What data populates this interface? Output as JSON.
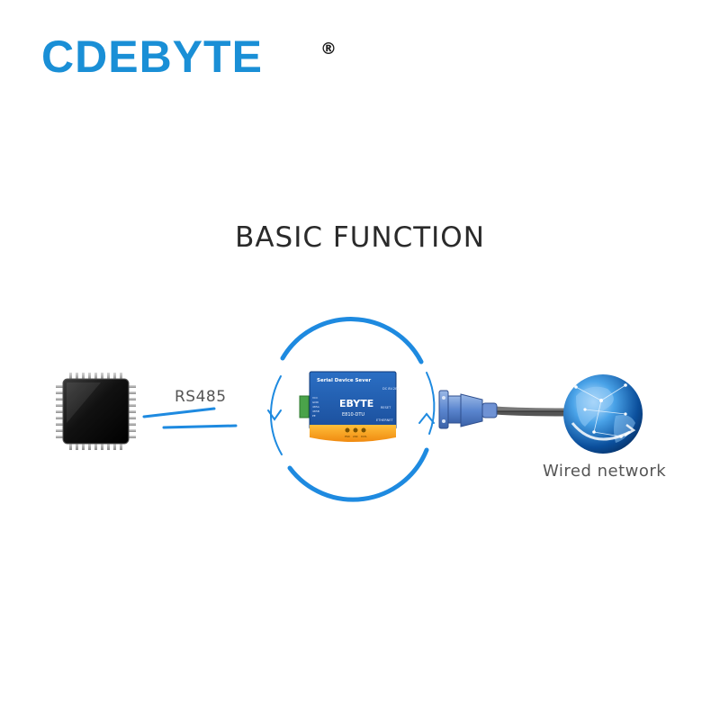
{
  "brand": {
    "name": "CDEBYTE",
    "registered_mark": "®",
    "color": "#1a8fd6"
  },
  "title": "BASIC FUNCTION",
  "chip": {
    "icon": "microchip-icon"
  },
  "link_left": {
    "label": "RS485",
    "color": "#1e8ae0"
  },
  "device": {
    "icon": "serial-device-server-icon",
    "title": "Serial Device Sever",
    "brand": "EBYTE",
    "model": "E810-DTU",
    "port_label": "DC 8V-28V",
    "reset_label": "RESET",
    "ethernet_label": "ETHERNET",
    "pin_labels": [
      "VCC",
      "GND",
      "485A",
      "485B",
      "PE"
    ],
    "led_labels": [
      "PWR",
      "LINK",
      "DATA"
    ]
  },
  "cycle": {
    "icon": "cycle-arrows-icon",
    "color": "#1e8ae0"
  },
  "connector": {
    "icon": "db9-connector-icon"
  },
  "globe": {
    "icon": "globe-network-icon",
    "label": "Wired network"
  }
}
